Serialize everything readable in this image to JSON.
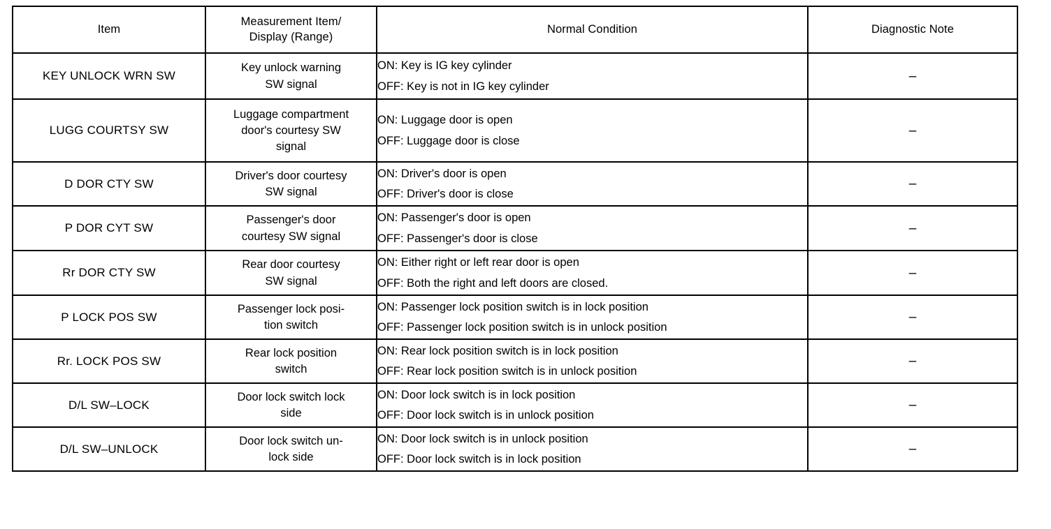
{
  "table": {
    "columns": [
      {
        "id": "item",
        "lines": [
          "Item"
        ]
      },
      {
        "id": "meas",
        "lines": [
          "Measurement Item/",
          "Display (Range)"
        ]
      },
      {
        "id": "norm",
        "lines": [
          "Normal Condition"
        ]
      },
      {
        "id": "note",
        "lines": [
          "Diagnostic Note"
        ]
      }
    ],
    "headers": {
      "item": "Item",
      "measurement_line1": "Measurement Item/",
      "measurement_line2": "Display (Range)",
      "normal_condition": "Normal Condition",
      "diagnostic_note": "Diagnostic Note"
    },
    "rows": [
      {
        "item": "KEY UNLOCK WRN SW",
        "measurement_line1": "Key unlock warning",
        "measurement_line2": "SW signal",
        "measurement_line3": "",
        "normal_on": "ON: Key is IG key cylinder",
        "normal_off": "OFF: Key is not in IG key cylinder",
        "note": "–"
      },
      {
        "item": "LUGG COURTSY SW",
        "measurement_line1": "Luggage compartment",
        "measurement_line2": "door's courtesy SW",
        "measurement_line3": "signal",
        "normal_on": "ON: Luggage door is open",
        "normal_off": "OFF: Luggage door is close",
        "note": "–"
      },
      {
        "item": "D DOR CTY SW",
        "measurement_line1": "Driver's door courtesy",
        "measurement_line2": "SW signal",
        "measurement_line3": "",
        "normal_on": "ON: Driver's door is open",
        "normal_off": "OFF: Driver's door is close",
        "note": "–"
      },
      {
        "item": "P DOR CYT SW",
        "measurement_line1": "Passenger's door",
        "measurement_line2": "courtesy SW signal",
        "measurement_line3": "",
        "normal_on": "ON: Passenger's door is open",
        "normal_off": "OFF: Passenger's door is close",
        "note": "–"
      },
      {
        "item": "Rr DOR CTY SW",
        "measurement_line1": "Rear door courtesy",
        "measurement_line2": "SW signal",
        "measurement_line3": "",
        "normal_on": "ON: Either right or left rear door is open",
        "normal_off": "OFF: Both the right and left doors are closed.",
        "note": "–"
      },
      {
        "item": "P LOCK POS SW",
        "measurement_line1": "Passenger lock posi-",
        "measurement_line2": "tion switch",
        "measurement_line3": "",
        "normal_on": "ON: Passenger lock position switch is in lock position",
        "normal_off": "OFF: Passenger lock position switch is in unlock position",
        "note": "–"
      },
      {
        "item": "Rr. LOCK POS SW",
        "measurement_line1": "Rear lock position",
        "measurement_line2": "switch",
        "measurement_line3": "",
        "normal_on": "ON: Rear lock position switch is in lock position",
        "normal_off": "OFF: Rear lock position switch is in unlock position",
        "note": "–"
      },
      {
        "item": "D/L SW–LOCK",
        "measurement_line1": "Door lock switch lock",
        "measurement_line2": "side",
        "measurement_line3": "",
        "normal_on": "ON: Door lock switch is in lock position",
        "normal_off": "OFF: Door lock switch is in unlock position",
        "note": "–"
      },
      {
        "item": "D/L SW–UNLOCK",
        "measurement_line1": "Door lock switch un-",
        "measurement_line2": "lock side",
        "measurement_line3": "",
        "normal_on": "ON: Door lock switch is in unlock position",
        "normal_off": "OFF: Door lock switch is in lock position",
        "note": "–"
      }
    ]
  },
  "colors": {
    "text": "#000000",
    "border": "#000000",
    "background": "#ffffff"
  }
}
